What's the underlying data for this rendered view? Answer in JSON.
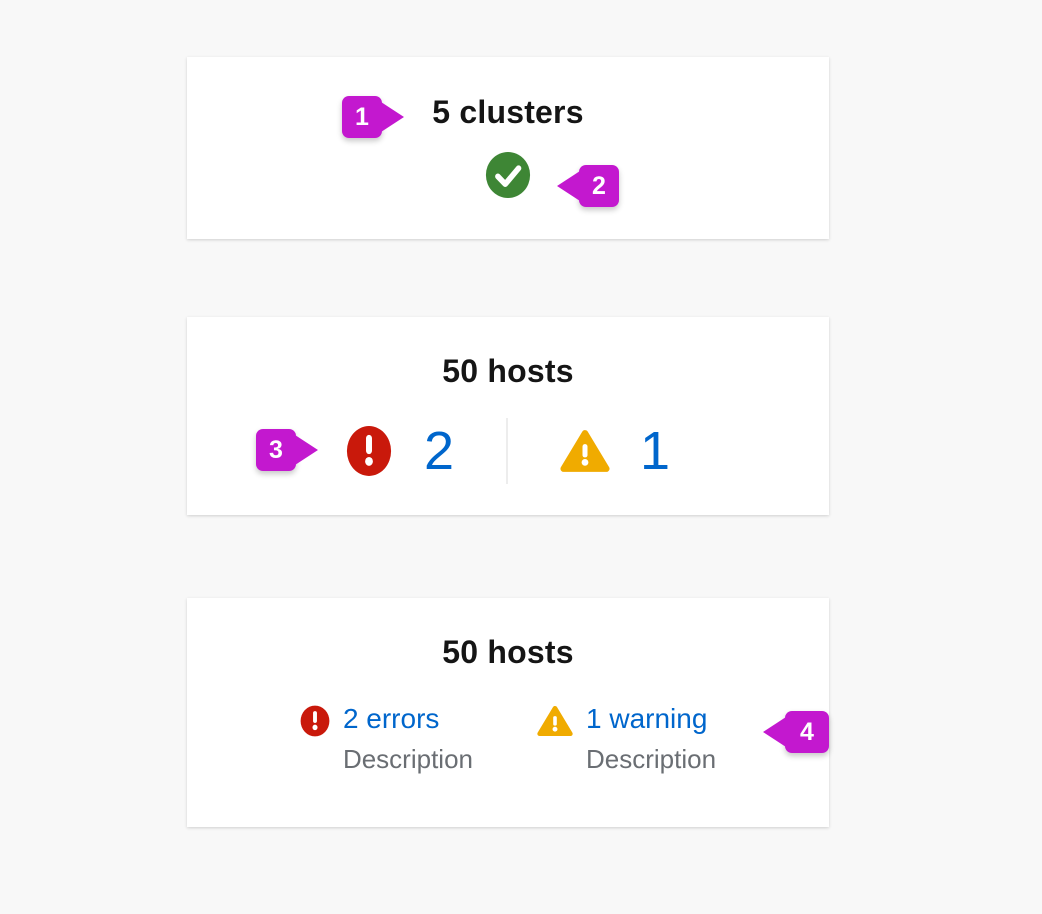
{
  "colors": {
    "annotation": "#C318CF",
    "success": "#3E8635",
    "danger": "#C9190B",
    "warning": "#F0AB00",
    "link": "#0066CC",
    "title-text": "#151515",
    "description-text": "#6A6E73",
    "page-bg": "#F8F8F8",
    "card-bg": "#FFFFFF",
    "divider": "#EDEDED"
  },
  "annotations": {
    "markers": [
      {
        "number": "1"
      },
      {
        "number": "2"
      },
      {
        "number": "3"
      },
      {
        "number": "4"
      }
    ]
  },
  "card1": {
    "title": "5 clusters",
    "status_icon": "check-circle"
  },
  "card2": {
    "title": "50 hosts",
    "errors": {
      "icon": "exclamation-circle",
      "count": "2"
    },
    "warnings": {
      "icon": "exclamation-triangle",
      "count": "1"
    }
  },
  "card3": {
    "title": "50 hosts",
    "errors": {
      "icon": "exclamation-circle",
      "label": "2 errors",
      "description": "Description"
    },
    "warnings": {
      "icon": "exclamation-triangle",
      "label": "1 warning",
      "description": "Description"
    }
  }
}
